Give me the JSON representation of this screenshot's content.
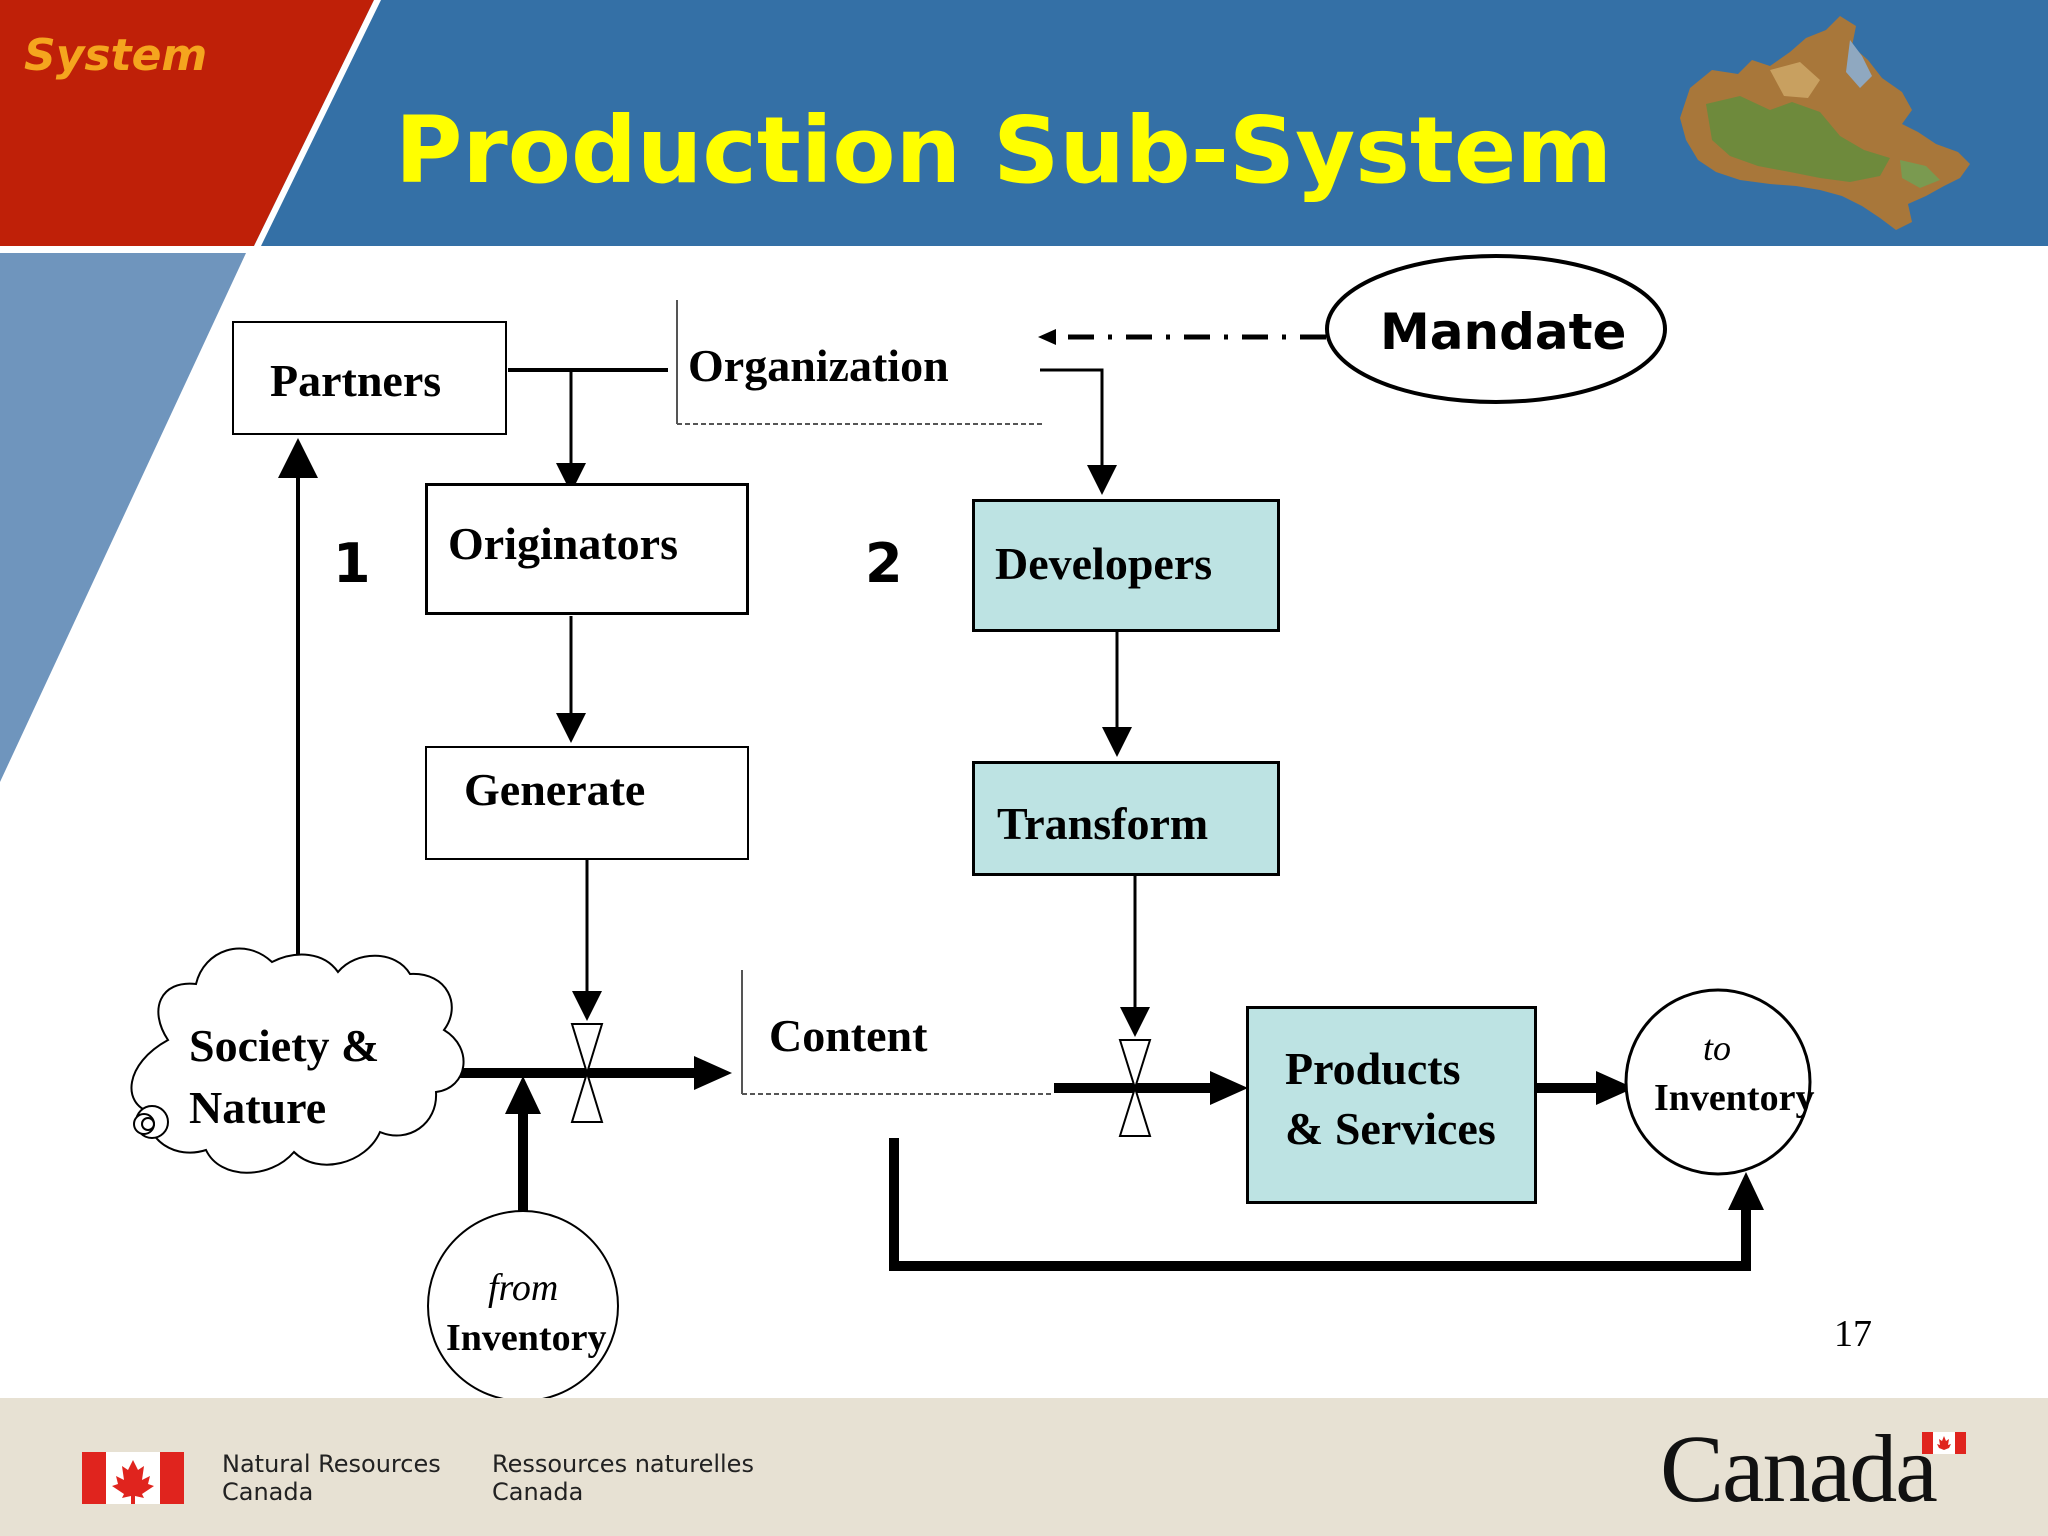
{
  "header": {
    "section_label": "System",
    "title": "Production Sub-System"
  },
  "diagram": {
    "partners": "Partners",
    "organization": "Organization",
    "mandate": "Mandate",
    "step_1": "1",
    "step_2": "2",
    "originators": "Originators",
    "developers": "Developers",
    "generate": "Generate",
    "transform": "Transform",
    "society_line1": "Society &",
    "society_line2": "Nature",
    "content": "Content",
    "products_line1": "Products",
    "products_line2": "& Services",
    "to_inventory_italic": "to",
    "to_inventory": "Inventory",
    "from_inventory_italic": "from",
    "from_inventory": "Inventory"
  },
  "page_number": "17",
  "footer": {
    "dept_en_line1": "Natural Resources",
    "dept_en_line2": "Canada",
    "dept_fr_line1": "Ressources naturelles",
    "dept_fr_line2": "Canada",
    "wordmark": "Canada"
  },
  "colors": {
    "header_blue": "#3470a6",
    "header_red": "#bf2008",
    "title_yellow": "#ffff00",
    "section_orange": "#f5a51e",
    "box_teal": "#bde3e3",
    "footer_beige": "#e7e1d3",
    "flag_red": "#e0241e"
  },
  "icons": [
    "canada-map-icon",
    "canada-flag-icon",
    "cloud-shape",
    "valve-icon"
  ]
}
